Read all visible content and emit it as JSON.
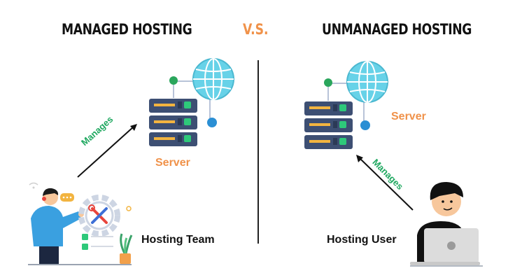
{
  "left": {
    "title": "MANAGED HOSTING",
    "server_label": "Server",
    "arrow_label": "Manages",
    "actor_label": "Hosting Team"
  },
  "separator": "V.S.",
  "right": {
    "title": "UNMANAGED HOSTING",
    "server_label": "Server",
    "arrow_label": "Manages",
    "actor_label": "Hosting User"
  },
  "colors": {
    "accent_orange": "#f0924a",
    "accent_green": "#1fa860",
    "server_body": "#3d4f73",
    "globe": "#67d2e8",
    "node_green": "#2aa65c",
    "node_blue": "#2b8fd4"
  },
  "icons": [
    "server-rack-icon",
    "globe-icon",
    "person-icon",
    "gear-wrench-icon",
    "laptop-icon",
    "plant-icon",
    "checklist-icon"
  ]
}
